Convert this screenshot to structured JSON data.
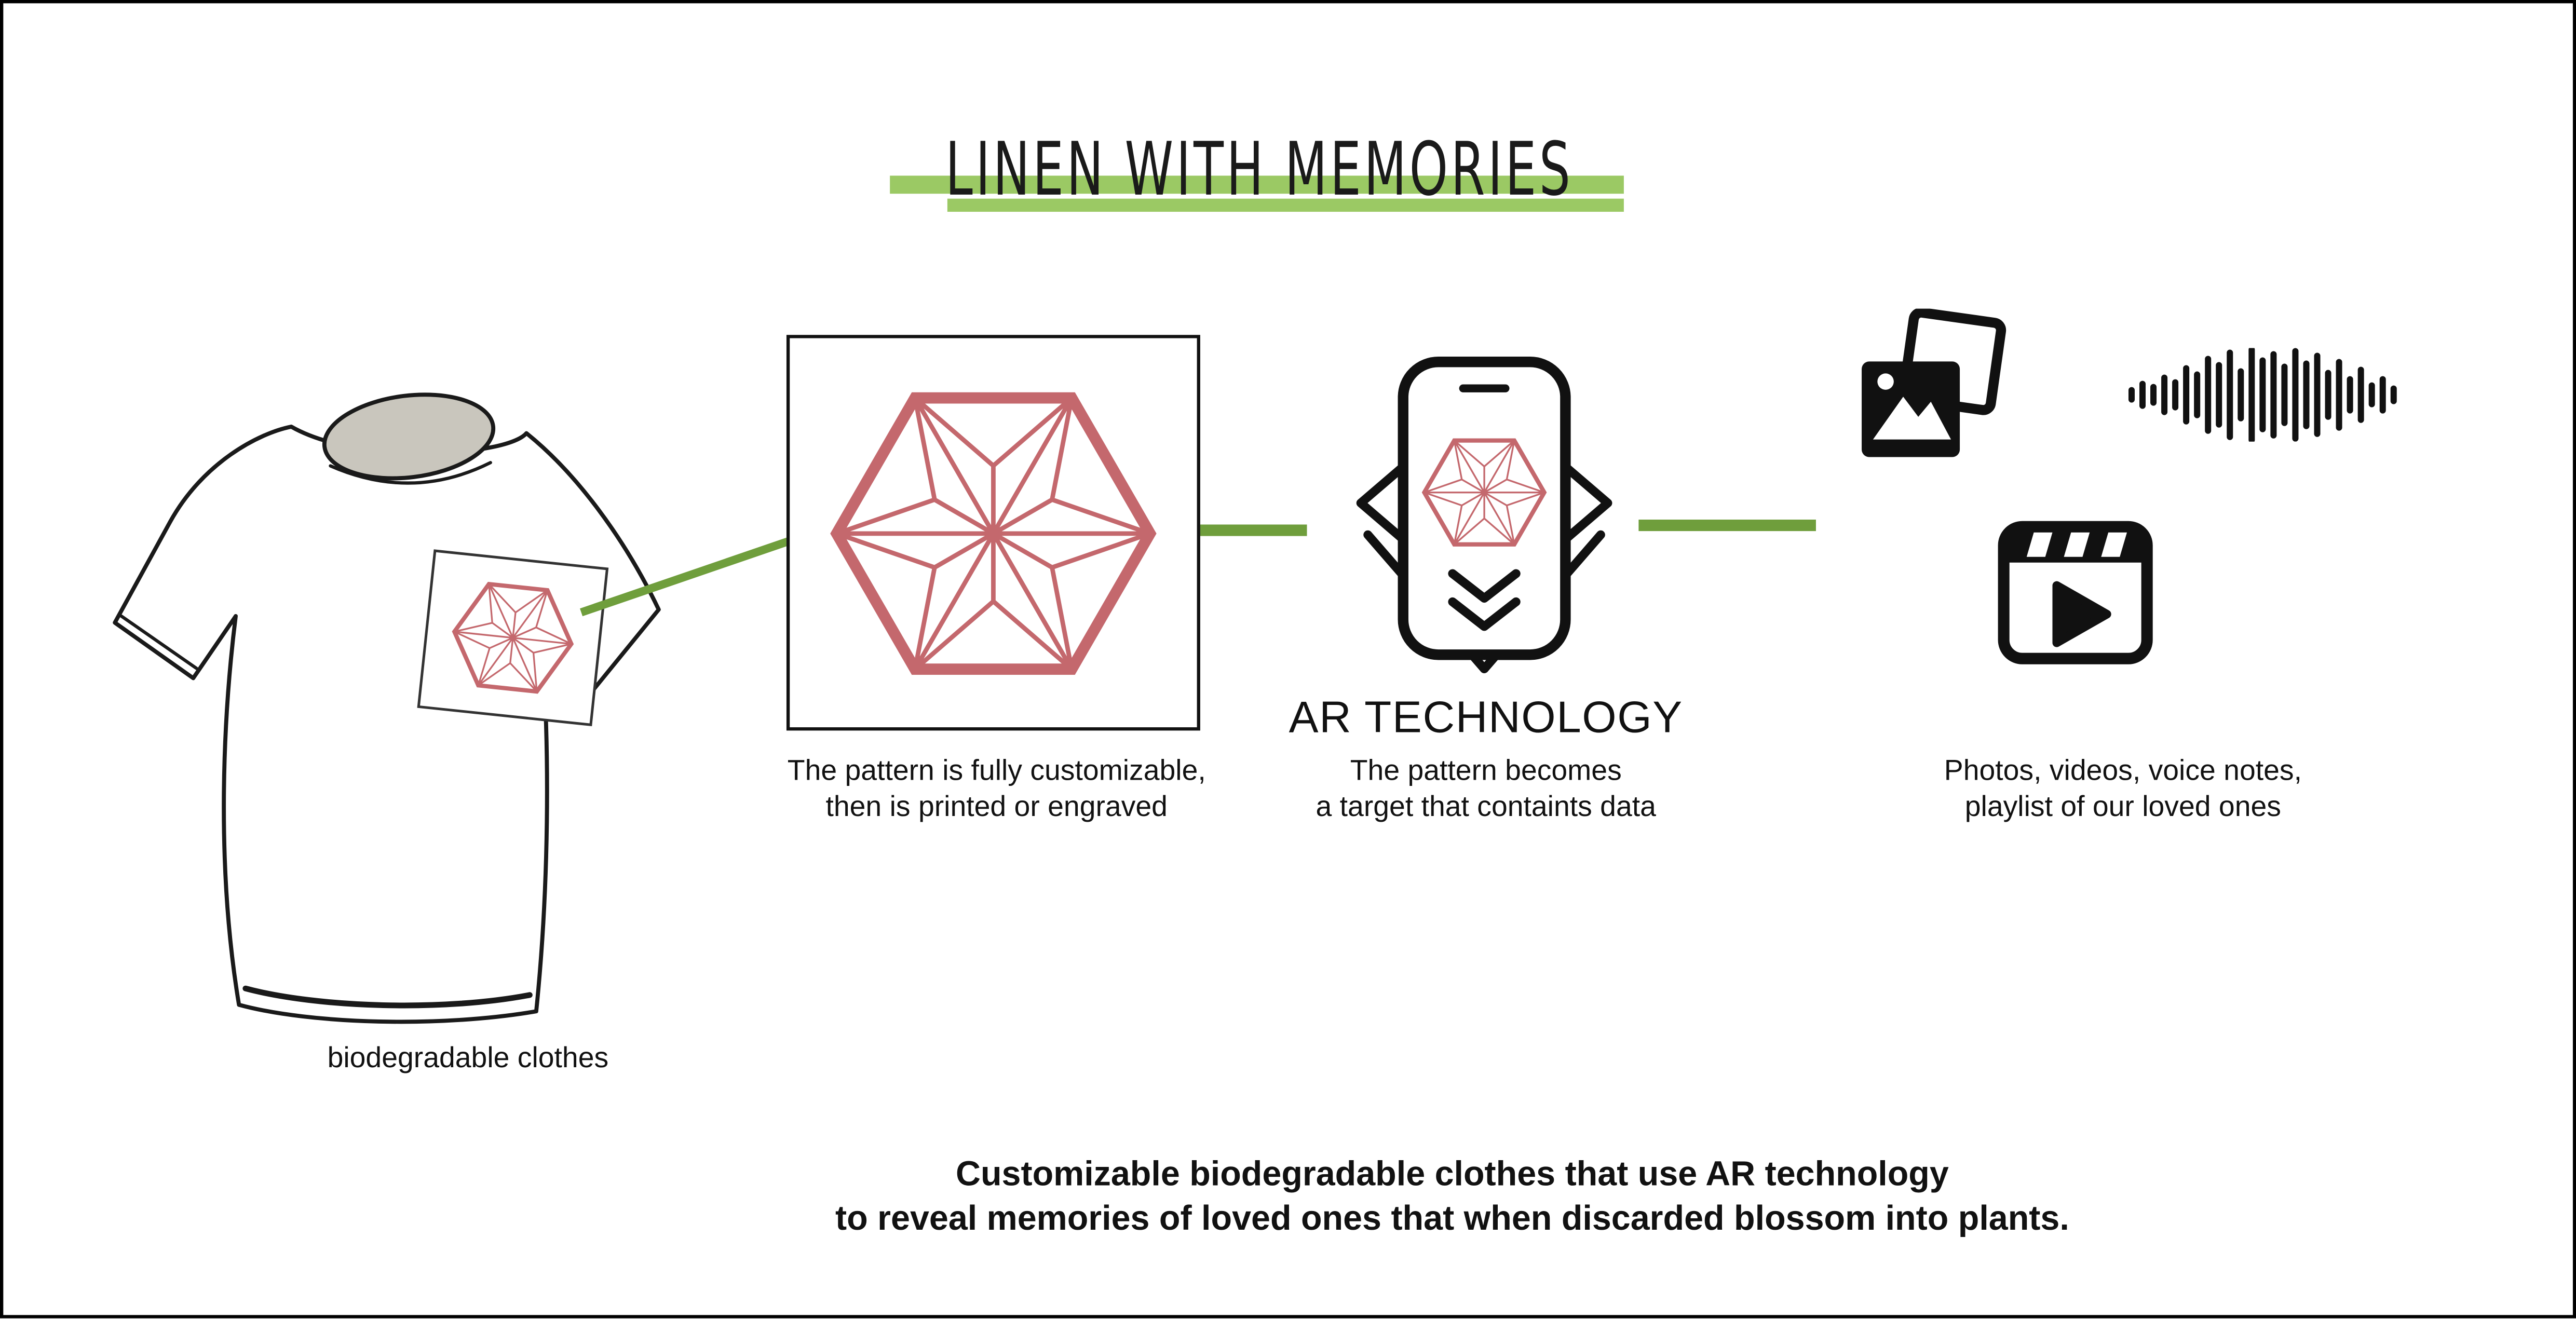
{
  "title": "LINEN WITH MEMORIES",
  "colors": {
    "highlight_green": "#9bc964",
    "connector_green": "#6f9e3c",
    "pattern_rose": "#c4686d",
    "ink": "#111111",
    "collar_gray": "#c9c6bd"
  },
  "shirt": {
    "caption": "biodegradable clothes"
  },
  "pattern_step": {
    "caption": [
      "The pattern is fully customizable,",
      "then is printed or engraved"
    ]
  },
  "ar_step": {
    "heading": "AR TECHNOLOGY",
    "caption": [
      "The pattern becomes",
      "a target that containts data"
    ]
  },
  "media_step": {
    "caption": [
      "Photos, videos, voice notes,",
      "playlist of our loved ones"
    ]
  },
  "footer": {
    "lines": [
      "Customizable biodegradable clothes that use AR technology",
      "to reveal memories of loved ones that when discarded blossom into plants."
    ]
  },
  "icons": {
    "tshirt": "tshirt-icon",
    "pattern": "asanoha-pattern-icon",
    "phone": "ar-phone-icon",
    "photos": "photos-icon",
    "waveform": "audio-waveform-icon",
    "video": "video-icon"
  }
}
